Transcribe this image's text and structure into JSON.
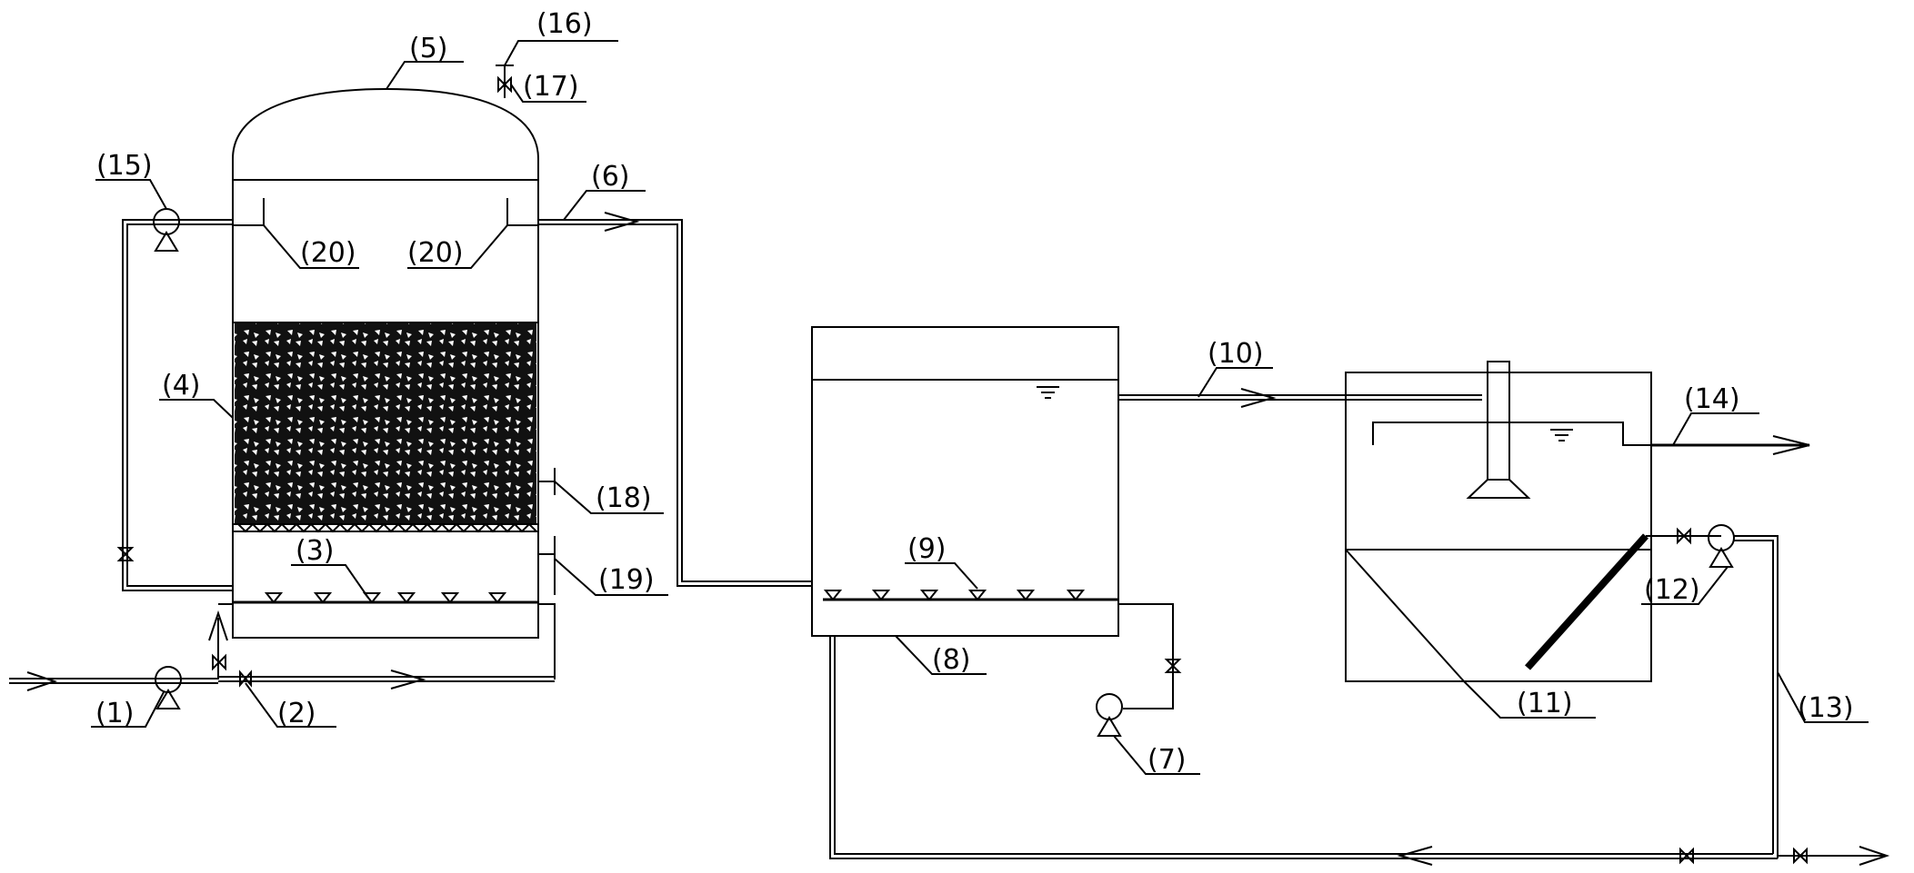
{
  "labels": {
    "l1": "(1)",
    "l2": "(2)",
    "l3": "(3)",
    "l4": "(4)",
    "l5": "(5)",
    "l6": "(6)",
    "l7": "(7)",
    "l8": "(8)",
    "l9": "(9)",
    "l10": "(10)",
    "l11": "(11)",
    "l12": "(12)",
    "l13": "(13)",
    "l14": "(14)",
    "l15": "(15)",
    "l16": "(16)",
    "l17": "(17)",
    "l18": "(18)",
    "l19": "(19)",
    "l20a": "(20)",
    "l20b": "(20)"
  },
  "colors": {
    "line": "#000000",
    "background": "#ffffff"
  }
}
